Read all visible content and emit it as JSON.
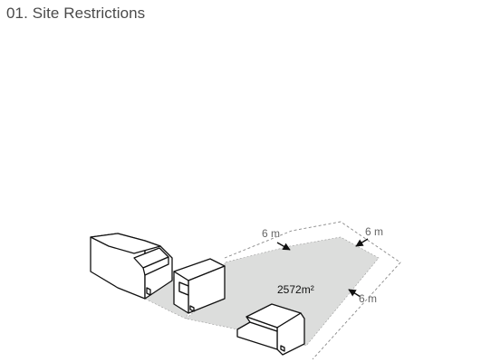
{
  "header": {
    "title": "01. Site Restrictions"
  },
  "diagram": {
    "site_area": "2572m²",
    "setbacks": [
      {
        "label": "6 m"
      },
      {
        "label": "6 m"
      },
      {
        "label": "6 m"
      }
    ]
  },
  "colors": {
    "site_fill": "#dcdddc",
    "line": "#111111",
    "dashed": "#888888",
    "text_muted": "#666666"
  }
}
